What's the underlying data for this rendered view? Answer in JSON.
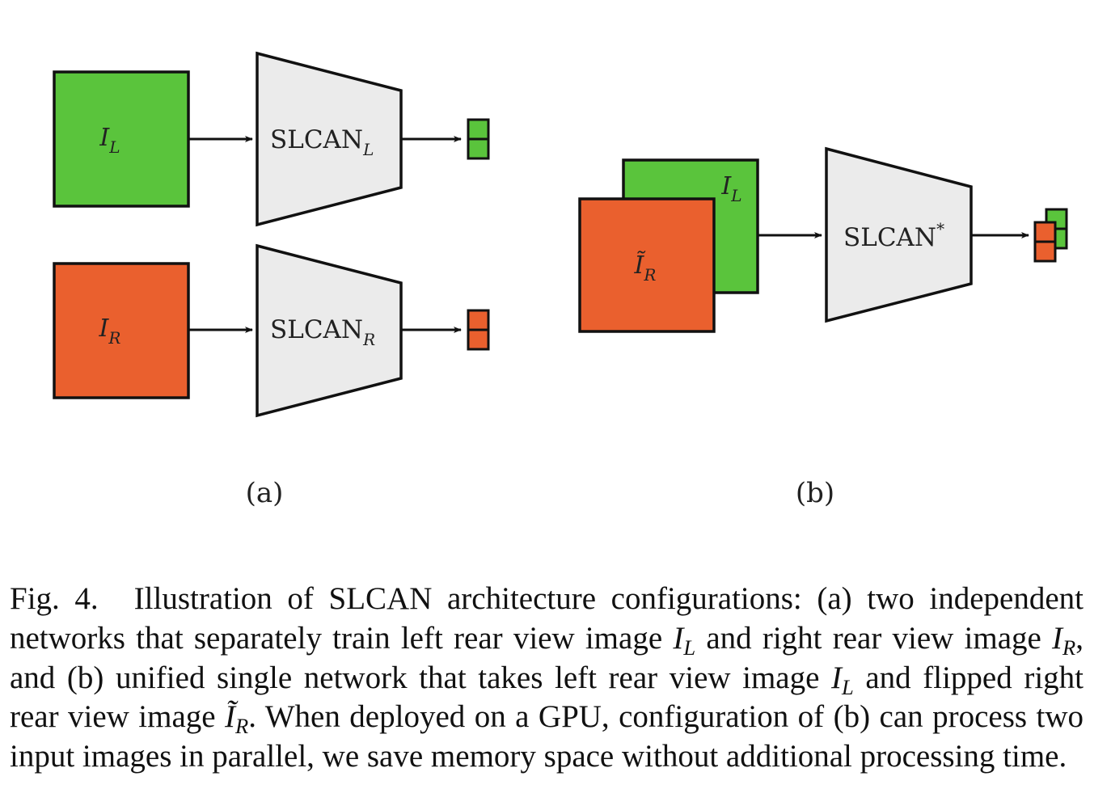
{
  "colors": {
    "green": "#5ac43c",
    "orange": "#ea602e",
    "network_fill": "#ebebeb",
    "stroke": "#111111"
  },
  "panel_a": {
    "left_input": {
      "symbol": "I",
      "subscript": "L"
    },
    "right_input": {
      "symbol": "I",
      "subscript": "R"
    },
    "left_network": {
      "name": "SLCAN",
      "subscript": "L"
    },
    "right_network": {
      "name": "SLCAN",
      "subscript": "R"
    },
    "label": "(a)"
  },
  "panel_b": {
    "back_input": {
      "symbol": "I",
      "subscript": "L"
    },
    "front_input": {
      "symbol": "Ĩ",
      "subscript": "R"
    },
    "network": {
      "name": "SLCAN",
      "superscript": "*"
    },
    "label": "(b)"
  },
  "caption": {
    "label": "Fig. 4.",
    "seg1": "Illustration of SLCAN architecture configurations: (a) two independent networks that separately train left rear view image ",
    "seg2": " and right rear view image ",
    "seg3": ", and (b) unified single network that takes left rear view image ",
    "seg4": " and flipped right rear view image ",
    "seg5": ". When deployed on a GPU, configuration of (b) can process two input images in parallel, we save memory space without additional processing time.",
    "sym_I": "I",
    "sym_Itilde": "Ĩ",
    "sub_L": "L",
    "sub_R": "R"
  }
}
